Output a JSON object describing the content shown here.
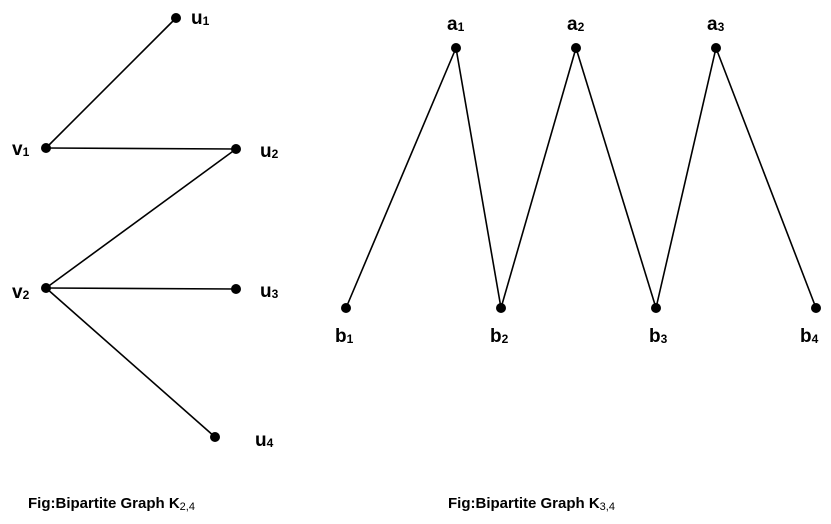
{
  "graphs": [
    {
      "caption": {
        "text": "Fig:Bipartite Graph K",
        "sub": "2,4"
      },
      "nodes": [
        {
          "id": "u1",
          "label": "u",
          "sub": "1"
        },
        {
          "id": "v1",
          "label": "v",
          "sub": "1"
        },
        {
          "id": "u2",
          "label": "u",
          "sub": "2"
        },
        {
          "id": "v2",
          "label": "v",
          "sub": "2"
        },
        {
          "id": "u3",
          "label": "u",
          "sub": "3"
        },
        {
          "id": "u4",
          "label": "u",
          "sub": "4"
        }
      ],
      "edges": [
        [
          "v1",
          "u1"
        ],
        [
          "v1",
          "u2"
        ],
        [
          "v2",
          "u2"
        ],
        [
          "v2",
          "u3"
        ],
        [
          "v2",
          "u4"
        ]
      ]
    },
    {
      "caption": {
        "text": "Fig:Bipartite Graph K",
        "sub": "3,4"
      },
      "nodes": [
        {
          "id": "a1",
          "label": "a",
          "sub": "1"
        },
        {
          "id": "a2",
          "label": "a",
          "sub": "2"
        },
        {
          "id": "a3",
          "label": "a",
          "sub": "3"
        },
        {
          "id": "b1",
          "label": "b",
          "sub": "1"
        },
        {
          "id": "b2",
          "label": "b",
          "sub": "2"
        },
        {
          "id": "b3",
          "label": "b",
          "sub": "3"
        },
        {
          "id": "b4",
          "label": "b",
          "sub": "4"
        }
      ],
      "edges": [
        [
          "b1",
          "a1"
        ],
        [
          "a1",
          "b2"
        ],
        [
          "b2",
          "a2"
        ],
        [
          "a2",
          "b3"
        ],
        [
          "b3",
          "a3"
        ],
        [
          "a3",
          "b4"
        ]
      ]
    }
  ]
}
